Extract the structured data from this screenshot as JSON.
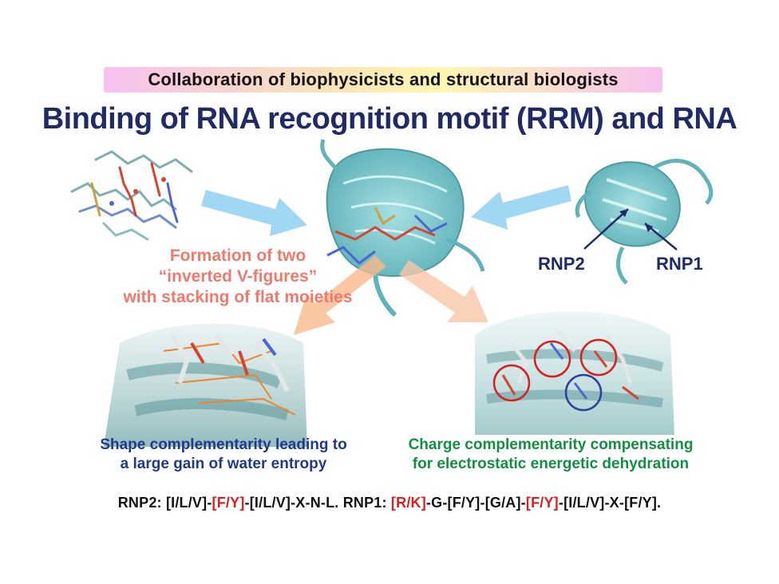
{
  "banner": {
    "text": "Collaboration of biophysicists and structural biologists"
  },
  "title": "Binding of RNA recognition motif (RRM) and RNA",
  "formation_text": [
    "Formation of two",
    "“inverted V-figures”",
    "with stacking of flat moieties"
  ],
  "rnp2_label": "RNP2",
  "rnp1_label": "RNP1",
  "shape_text": [
    "Shape complementarity leading to",
    "a large gain of water entropy"
  ],
  "charge_text": [
    "Charge complementarity compensating",
    "for electrostatic energetic dehydration"
  ],
  "motif": {
    "p1": "RNP2: [I/L/V]-",
    "p2": "[F/Y]",
    "p3": "-[I/L/V]-X-N-L. RNP1: ",
    "p4": "[R/K]",
    "p5": "-G-[F/Y]-[G/A]-",
    "p6": "[F/Y]",
    "p7": "-[I/L/V]-X-[F/Y]."
  },
  "colors": {
    "title": "#1f2a66",
    "protein": "#6fc3c9",
    "arrow_blue": "#8fd1f2",
    "arrow_orange": "#f8b98a",
    "highlight_red": "#d82020",
    "pink_text": "#ee7a6e",
    "green_text": "#11913f"
  }
}
